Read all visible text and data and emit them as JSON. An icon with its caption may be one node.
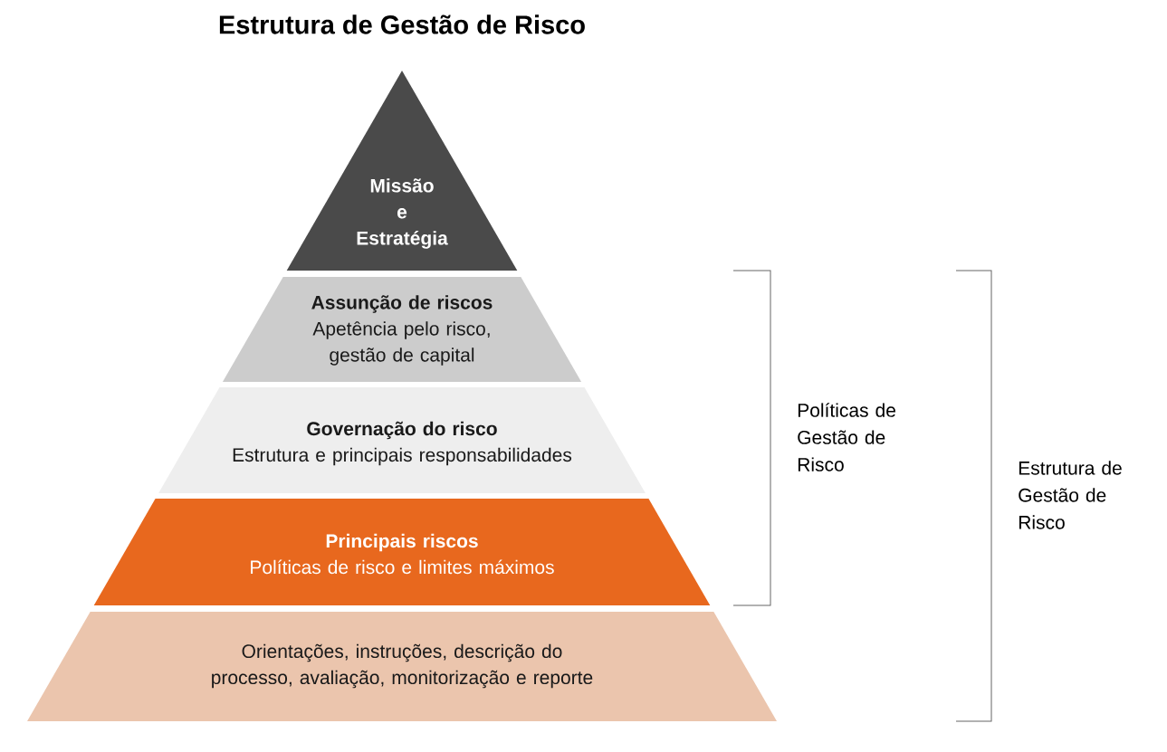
{
  "diagram": {
    "title": "Estrutura de Gestão de Risco",
    "nodes": [
      {
        "text": [
          "Missão e Estratégia"
        ]
      },
      {
        "text": [
          "Assunção de riscos",
          "Apetência pelo risco, gestão de capital"
        ]
      },
      {
        "text": [
          "Governação do risco",
          "Estrutura e principais responsabilidades"
        ]
      },
      {
        "text": [
          "Principais riscos",
          "Políticas de risco e limites máximos"
        ]
      },
      {
        "text": [
          "Orientações, instruções, descrição do processo, avaliação, monitorização e reporte"
        ]
      }
    ],
    "labels": [
      "Políticas de Gestão de Risco",
      "Estrutura de Gestão de Risco"
    ]
  }
}
